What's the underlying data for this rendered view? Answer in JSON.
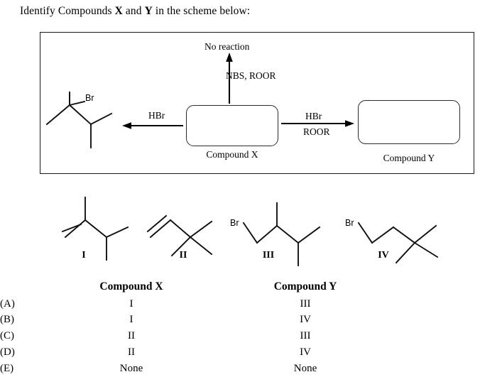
{
  "title": {
    "prefix": "Identify Compounds ",
    "bold_x": "X",
    "middle": " and ",
    "bold_y": "Y",
    "suffix": " in the scheme below:"
  },
  "scheme": {
    "compound_x_caption": "Compound X",
    "compound_y_caption": "Compound Y",
    "no_reaction_label": "No reaction",
    "nbs_roor_label": "NBS, ROOR",
    "hbr_left_label": "HBr",
    "hbr_right_label": "HBr",
    "roor_right_label": "ROOR",
    "left_product_atom_label": "Br"
  },
  "structures": [
    {
      "roman": "I",
      "name": "2,3-dimethyl-1-butene",
      "atom_labels": []
    },
    {
      "roman": "II",
      "name": "3,3-dimethyl-1-butene",
      "atom_labels": []
    },
    {
      "roman": "III",
      "name": "1-bromo-2,3-dimethylbutane",
      "atom_labels": [
        "Br"
      ]
    },
    {
      "roman": "IV",
      "name": "1-bromo-3,3-dimethylbutane",
      "atom_labels": [
        "Br"
      ]
    }
  ],
  "answer_table": {
    "headers": [
      "",
      "Compound X",
      "Compound Y"
    ],
    "rows": [
      {
        "key": "(A)",
        "x": "I",
        "y": "III"
      },
      {
        "key": "(B)",
        "x": "I",
        "y": "IV"
      },
      {
        "key": "(C)",
        "x": "II",
        "y": "III"
      },
      {
        "key": "(D)",
        "x": "II",
        "y": "IV"
      },
      {
        "key": "(E)",
        "x": "None",
        "y": "None"
      }
    ]
  },
  "colors": {
    "ink": "#111111",
    "frame": "#1a1a1a",
    "background": "#ffffff"
  }
}
